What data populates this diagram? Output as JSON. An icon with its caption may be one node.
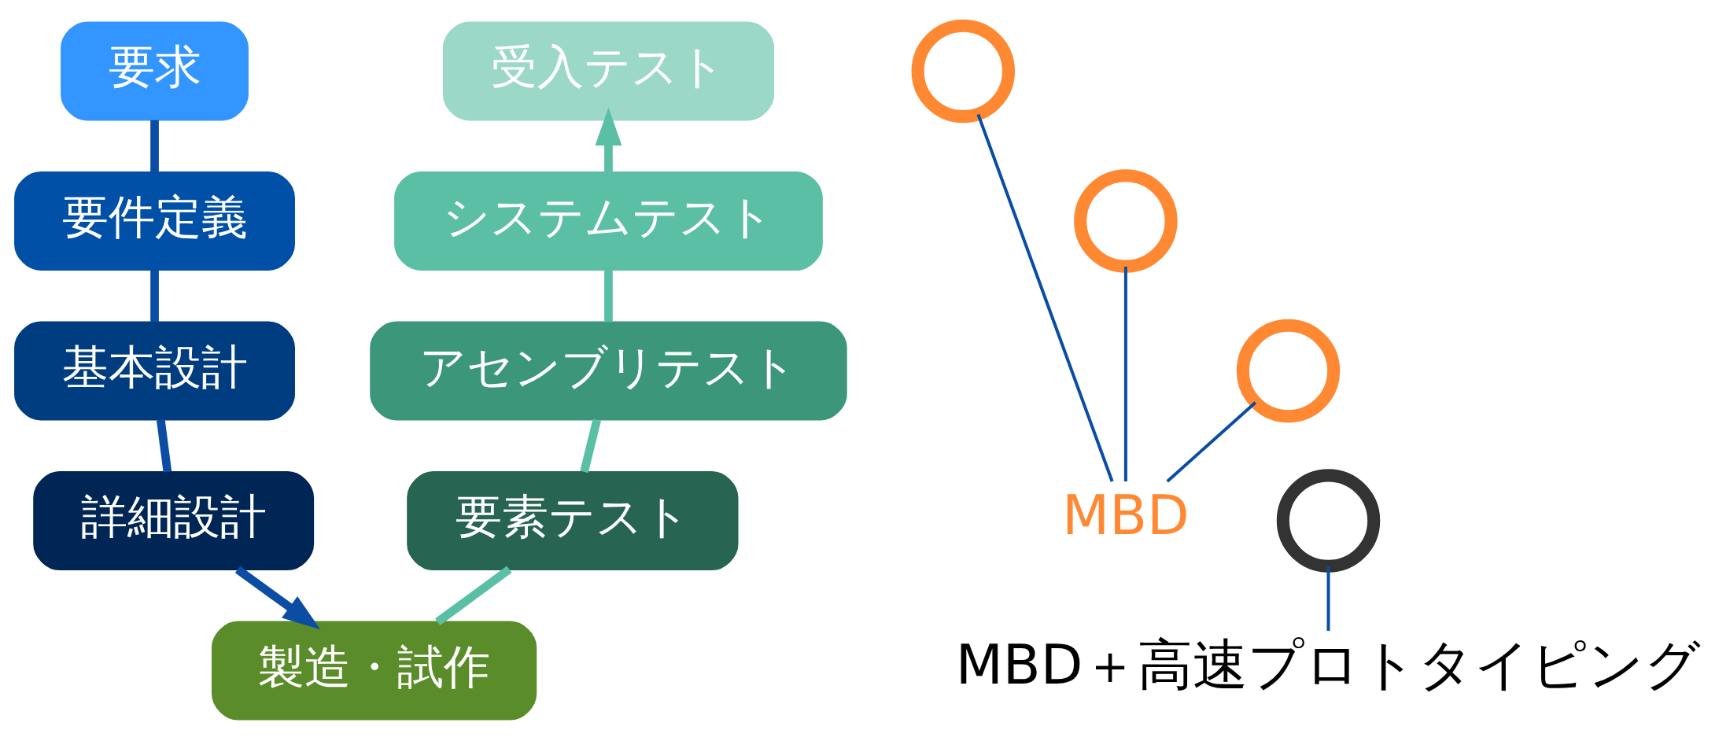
{
  "diagram": {
    "nodes": [
      {
        "text": [
          "要求"
        ]
      },
      {
        "text": [
          "要件定義"
        ]
      },
      {
        "text": [
          "基本設計"
        ]
      },
      {
        "text": [
          "詳細設計"
        ]
      },
      {
        "text": [
          "製造・試作"
        ]
      },
      {
        "text": [
          "要素テスト"
        ]
      },
      {
        "text": [
          "アセンブリテスト"
        ]
      },
      {
        "text": [
          "システムテスト"
        ]
      },
      {
        "text": [
          "受入テスト"
        ]
      },
      {
        "text": [],
        "shape": "circle"
      },
      {
        "text": [],
        "shape": "circle"
      },
      {
        "text": [],
        "shape": "circle"
      },
      {
        "text": [
          "MBD"
        ]
      },
      {
        "text": [],
        "shape": "circle"
      },
      {
        "text": [
          "MBD＋高速プロトタイピング"
        ]
      }
    ],
    "edges": [
      {
        "from": 0,
        "to": 1,
        "arrow": "none"
      },
      {
        "from": 1,
        "to": 2,
        "arrow": "none"
      },
      {
        "from": 2,
        "to": 3,
        "arrow": "none"
      },
      {
        "from": 3,
        "to": 4,
        "arrow": "to"
      },
      {
        "from": 4,
        "to": 5,
        "arrow": "none",
        "color": "#5bbfa5"
      },
      {
        "from": 5,
        "to": 6,
        "arrow": "none",
        "color": "#5bbfa5"
      },
      {
        "from": 6,
        "to": 7,
        "arrow": "none",
        "color": "#5bbfa5"
      },
      {
        "from": 7,
        "to": 8,
        "arrow": "to",
        "color": "#5bbfa5"
      },
      {
        "from": 12,
        "to": 9,
        "arrow": "none"
      },
      {
        "from": 12,
        "to": 10,
        "arrow": "none"
      },
      {
        "from": 12,
        "to": 11,
        "arrow": "none"
      },
      {
        "from": 14,
        "to": 13,
        "arrow": "none"
      }
    ]
  }
}
